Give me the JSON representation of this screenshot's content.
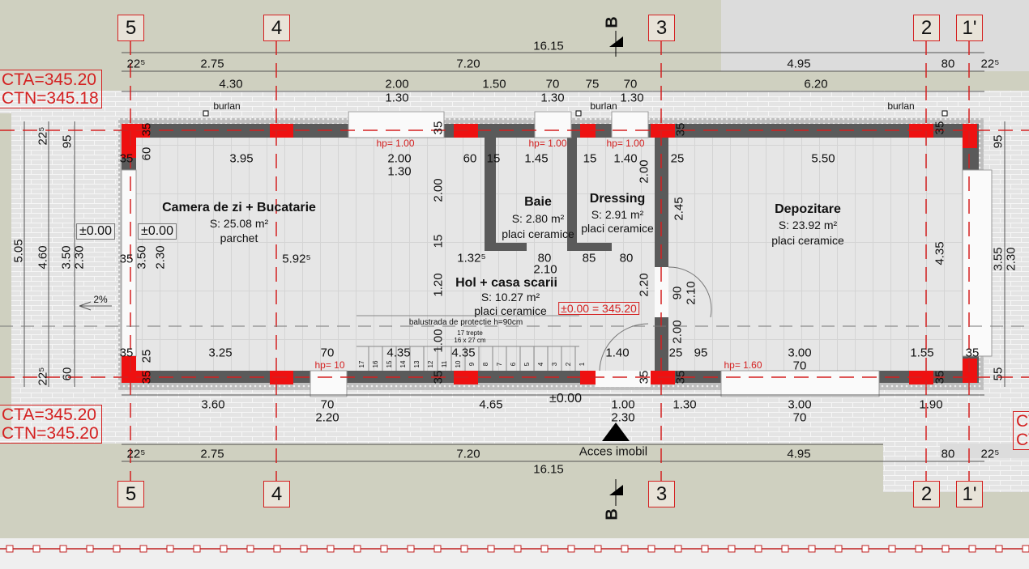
{
  "axes": [
    "5",
    "4",
    "3",
    "2",
    "1'"
  ],
  "section_marker": "B",
  "elevations": {
    "top_left": {
      "cta": "CTA=345.20",
      "ctn": "CTN=345.18"
    },
    "bottom_left": {
      "cta": "CTA=345.20",
      "ctn": "CTN=345.20"
    },
    "right_partial": {
      "cta": "CT",
      "ctn": "CT"
    }
  },
  "rooms": [
    {
      "name": "Camera de zi + Bucatarie",
      "area": "S: 25.08 m²",
      "finish": "parchet"
    },
    {
      "name": "Baie",
      "area": "S: 2.80 m²",
      "finish": "placi ceramice"
    },
    {
      "name": "Dressing",
      "area": "S: 2.91 m²",
      "finish": "placi ceramice"
    },
    {
      "name": "Depozitare",
      "area": "S: 23.92 m²",
      "finish": "placi ceramice"
    },
    {
      "name": "Hol + casa scarii",
      "area": "S: 10.27 m²",
      "finish": "placi ceramice"
    }
  ],
  "reference_level": "±0.00 = 345.20",
  "levels": [
    "±0.00",
    "±0.00",
    "±0.00"
  ],
  "slope": "2%",
  "sill_heights": [
    "hp= 1.00",
    "hp= 1.00",
    "hp= 1.00",
    "hp= 10",
    "hp= 1.60"
  ],
  "burlan": [
    "burlan",
    "burlan",
    "burlan"
  ],
  "stairs": {
    "railing": "balustrada de protectie h=90cm",
    "steps": "17 trepte",
    "step_size": "16 x 27 cm",
    "numbers": [
      "17",
      "16",
      "15",
      "14",
      "13",
      "12",
      "11",
      "10",
      "9",
      "8",
      "7",
      "6",
      "5",
      "4",
      "3",
      "2",
      "1"
    ]
  },
  "entrance": "Acces imobil",
  "dimensions": [
    "16.15",
    "22⁵",
    "2.75",
    "7.20",
    "4.95",
    "80",
    "22⁵",
    "4.30",
    "2.00",
    "1.50",
    "70",
    "75",
    "70",
    "6.20",
    "1.30",
    "1.30",
    "1.30",
    "3.95",
    "2.00",
    "1.30",
    "60",
    "15",
    "1.45",
    "15",
    "1.40",
    "25",
    "5.50",
    "35",
    "35",
    "60",
    "35",
    "35",
    "35",
    "2.00",
    "15",
    "1.20",
    "1.00",
    "2.00",
    "2.45",
    "2.20",
    "90",
    "2.10",
    "2.00",
    "4.35",
    "5.05",
    "4.60",
    "3.50",
    "2.30",
    "22⁵",
    "95",
    "22⁵",
    "60",
    "3.50",
    "2.30",
    "25",
    "35",
    "35",
    "95",
    "3.55",
    "2.30",
    "55",
    "35",
    "5.92⁵",
    "1.32⁵",
    "80",
    "85",
    "80",
    "2.10",
    "35",
    "3.25",
    "70",
    "4.35",
    "4.35",
    "1.40",
    "25",
    "95",
    "3.00",
    "1.55",
    "35",
    "70",
    "35",
    "35",
    "35",
    "3.60",
    "70",
    "4.65",
    "1.00",
    "1.30",
    "3.00",
    "1.90",
    "2.20",
    "2.30",
    "70",
    "22⁵",
    "2.75",
    "7.20",
    "4.95",
    "80",
    "22⁵",
    "16.15"
  ]
}
